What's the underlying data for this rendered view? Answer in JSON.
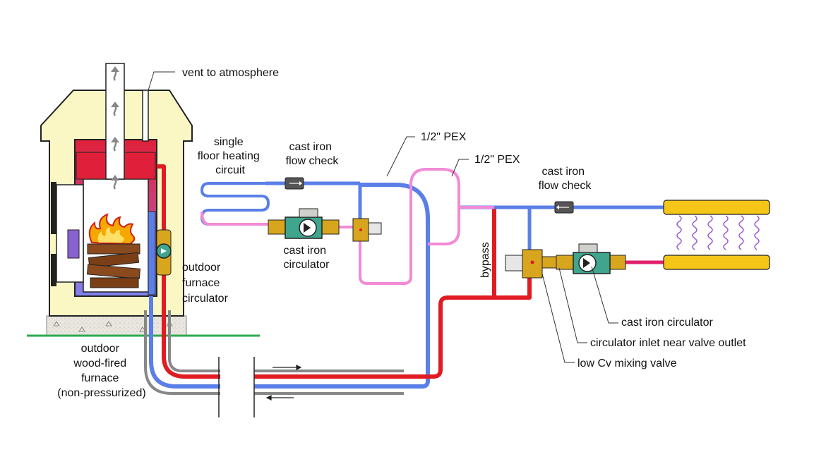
{
  "labels": {
    "vent": "vent to atmosphere",
    "single_circuit": [
      "single",
      "floor heating",
      "circuit"
    ],
    "flow_check_left": [
      "cast iron",
      "flow check"
    ],
    "pex_1": "1/2\" PEX",
    "pex_2": "1/2\" PEX",
    "flow_check_right": [
      "cast iron",
      "flow check"
    ],
    "circulator_left": [
      "cast iron",
      "circulator"
    ],
    "furnace_circulator": [
      "outdoor",
      "furnace",
      "circulator"
    ],
    "bypass": "bypass",
    "furnace": [
      "outdoor",
      "wood-fired",
      "furnace",
      "(non-pressurized)"
    ],
    "circulator_right": "cast iron circulator",
    "inlet_note": "circulator inlet near valve outlet",
    "mixing_valve": "low Cv mixing valve"
  },
  "colors": {
    "hot": "#e01b22",
    "cool": "#5b7fe8",
    "pex": "#f28ad6",
    "furnace_body": "#fbf7c4",
    "tank_top": "#e0203a",
    "tank_bottom": "#7f82f0",
    "manifold": "#f5c518",
    "grass": "#2fa84f",
    "circulator_body": "#3fa58c",
    "fitting": "#d8a61e"
  },
  "icons": [
    "smoke-arrow-icon",
    "fire-icon",
    "circulator-pump-icon",
    "check-valve-icon",
    "mixing-valve-icon",
    "manifold-icon",
    "flow-arrow-icon"
  ]
}
